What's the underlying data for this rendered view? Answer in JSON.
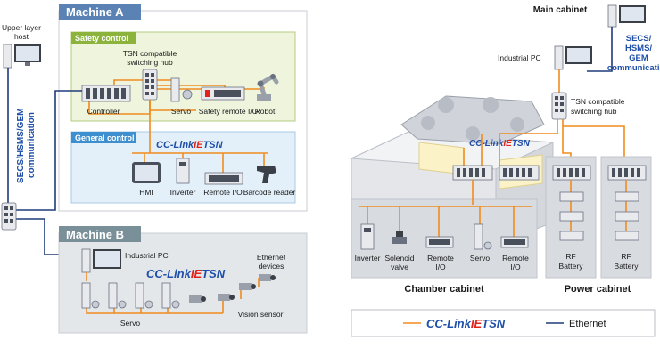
{
  "left": {
    "machine_a": {
      "title": "Machine A"
    },
    "safety_control": {
      "title": "Safety control",
      "hub_label_line1": "TSN compatible",
      "hub_label_line2": "switching hub",
      "controller": "Controller",
      "servo": "Servo",
      "safety_remote_io": "Safety remote I/O",
      "robot": "Robot"
    },
    "general_control": {
      "title": "General control",
      "hmi": "HMI",
      "inverter": "Inverter",
      "remote_io": "Remote I/O",
      "barcode_reader": "Barcode reader"
    },
    "upper_host": {
      "line1": "Upper layer",
      "line2": "host"
    },
    "secs_vertical_line1": "SECS/HSMS/GEM",
    "secs_vertical_line2": "communication",
    "machine_b": {
      "title": "Machine B",
      "industrial_pc": "Industrial PC",
      "ethernet_devices_line1": "Ethernet",
      "ethernet_devices_line2": "devices",
      "servo": "Servo",
      "vision_sensor": "Vision sensor"
    }
  },
  "right": {
    "main_cabinet": "Main cabinet",
    "industrial_pc": "Industrial PC",
    "secs_line1": "SECS/",
    "secs_line2": "HSMS/",
    "secs_line3": "GEM",
    "secs_line4": "communication",
    "hub_line1": "TSN compatible",
    "hub_line2": "switching hub",
    "chamber": {
      "title": "Chamber cabinet",
      "inverter": "Inverter",
      "solenoid_line1": "Solenoid",
      "solenoid_line2": "valve",
      "remote_io_line1": "Remote",
      "remote_io_line2": "I/O",
      "servo": "Servo",
      "remote_io2_line1": "Remote",
      "remote_io2_line2": "I/O"
    },
    "power": {
      "title": "Power cabinet",
      "rf1_line1": "RF",
      "rf1_line2": "Battery",
      "rf2_line1": "RF",
      "rf2_line2": "Battery"
    }
  },
  "logo": {
    "cc": "CC-Link",
    "ie": "IE",
    "tsn": "TSN"
  },
  "legend": {
    "ethernet": "Ethernet"
  },
  "colors": {
    "cclink_line": "#f08c1e",
    "ethernet_line": "#1f3b7a",
    "machine_header": "#5a82b4"
  }
}
